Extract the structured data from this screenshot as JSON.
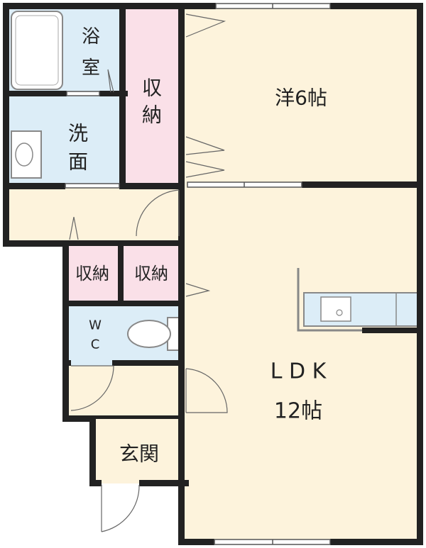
{
  "rooms": {
    "bath": "浴室",
    "washroom": "洗面",
    "storage_main": "収納",
    "western": "洋6帖",
    "storage_left": "収納",
    "storage_right": "収納",
    "wc_w": "W",
    "wc_c": "C",
    "ldk": "L D K",
    "ldk_size": "12帖",
    "entrance": "玄関"
  },
  "colors": {
    "wall": "#222222",
    "floor": "#fdf3dc",
    "wet": "#dcedf7",
    "storage": "#fae0e8",
    "fixture": "#ffffff",
    "line": "#888888"
  }
}
